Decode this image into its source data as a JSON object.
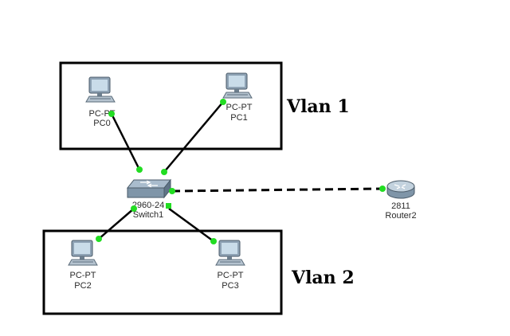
{
  "colors": {
    "link": "#000000",
    "port": "#22dd22",
    "box": "#000000"
  },
  "groups": [
    {
      "id": "vlan1",
      "label": "Vlan 1"
    },
    {
      "id": "vlan2",
      "label": "Vlan 2"
    }
  ],
  "devices": {
    "pc0": {
      "type": "PC-PT",
      "name": "PC0",
      "icon": "pc-icon"
    },
    "pc1": {
      "type": "PC-PT",
      "name": "PC1",
      "icon": "pc-icon"
    },
    "pc2": {
      "type": "PC-PT",
      "name": "PC2",
      "icon": "pc-icon"
    },
    "pc3": {
      "type": "PC-PT",
      "name": "PC3",
      "icon": "pc-icon"
    },
    "switch1": {
      "type": "2960-24",
      "name": "Switch1",
      "icon": "switch-icon"
    },
    "router2": {
      "type": "2811",
      "name": "Router2",
      "icon": "router-icon"
    }
  },
  "links": [
    {
      "from": "pc0",
      "to": "switch1",
      "style": "solid"
    },
    {
      "from": "pc1",
      "to": "switch1",
      "style": "solid"
    },
    {
      "from": "pc2",
      "to": "switch1",
      "style": "solid"
    },
    {
      "from": "pc3",
      "to": "switch1",
      "style": "solid"
    },
    {
      "from": "switch1",
      "to": "router2",
      "style": "dashed"
    }
  ]
}
